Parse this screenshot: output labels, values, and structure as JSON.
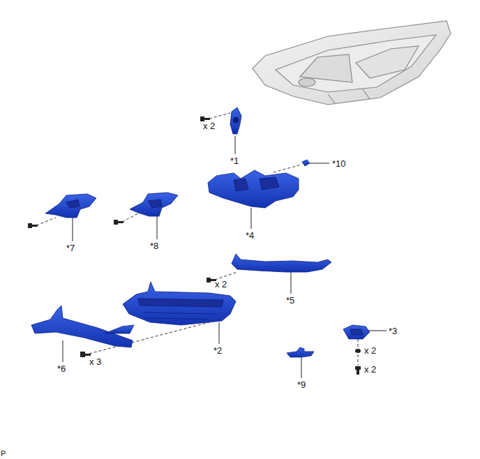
{
  "diagram": {
    "labels": [
      "x 2",
      "*1",
      "*10",
      "*7",
      "*8",
      "*4",
      "x 2",
      "*5",
      "*3",
      "*2",
      "x 2",
      "*6",
      "x 3",
      "x 2",
      "*9",
      "P"
    ]
  }
}
